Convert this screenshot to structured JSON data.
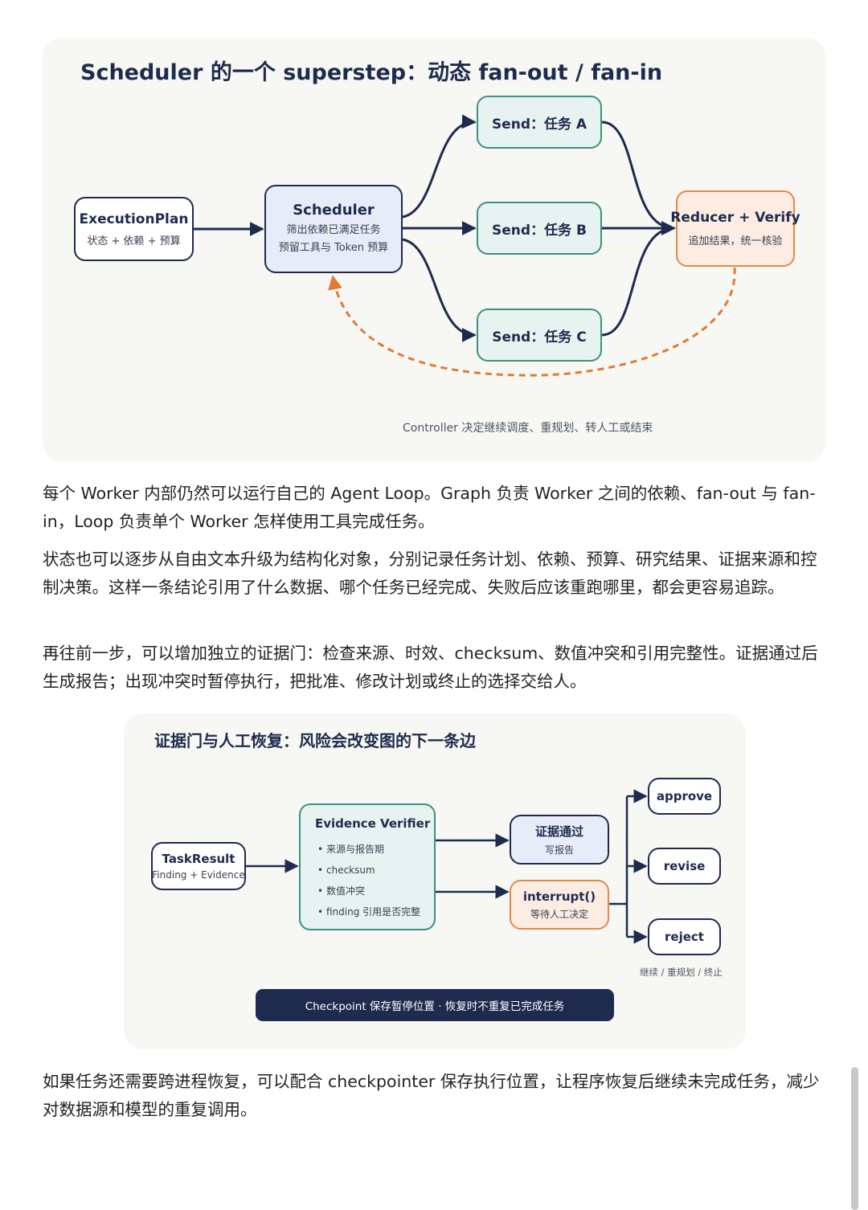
{
  "diagram1": {
    "title": "Scheduler 的一个 superstep：动态 fan-out / fan-in",
    "execution_plan": {
      "title": "ExecutionPlan",
      "subtitle": "状态 + 依赖 + 预算"
    },
    "scheduler": {
      "title": "Scheduler",
      "line1": "筛出依赖已满足任务",
      "line2": "预留工具与 Token 预算"
    },
    "sends": [
      "Send：任务 A",
      "Send：任务 B",
      "Send：任务 C"
    ],
    "reducer": {
      "title": "Reducer + Verify",
      "subtitle": "追加结果，统一核验"
    },
    "controller_caption": "Controller 决定继续调度、重规划、转人工或结束",
    "colors": {
      "navy": "#1e2b4f",
      "teal": "#3f8f84",
      "orange": "#e28a4a"
    }
  },
  "paragraphs": [
    "每个 Worker 内部仍然可以运行自己的 Agent Loop。Graph 负责 Worker 之间的依赖、fan-out 与 fan-in，Loop 负责单个 Worker 怎样使用工具完成任务。",
    "状态也可以逐步从自由文本升级为结构化对象，分别记录任务计划、依赖、预算、研究结果、证据来源和控制决策。这样一条结论引用了什么数据、哪个任务已经完成、失败后应该重跑哪里，都会更容易追踪。",
    "再往前一步，可以增加独立的证据门：检查来源、时效、checksum、数值冲突和引用完整性。证据通过后生成报告；出现冲突时暂停执行，把批准、修改计划或终止的选择交给人。"
  ],
  "diagram2": {
    "title": "证据门与人工恢复：风险会改变图的下一条边",
    "task_result": {
      "title": "TaskResult",
      "subtitle": "Finding + Evidence"
    },
    "verifier": {
      "title": "Evidence Verifier",
      "items": [
        "来源与报告期",
        "checksum",
        "数值冲突",
        "finding 引用是否完整"
      ]
    },
    "evidence_pass": {
      "title": "证据通过",
      "subtitle": "写报告"
    },
    "interrupt": {
      "title": "interrupt()",
      "subtitle": "等待人工决定"
    },
    "options": [
      "approve",
      "revise",
      "reject"
    ],
    "options_caption": "继续 / 重规划 / 终止",
    "checkpoint": "Checkpoint 保存暂停位置 · 恢复时不重复已完成任务"
  },
  "closing_paragraph": "如果任务还需要跨进程恢复，可以配合 checkpointer 保存执行位置，让程序恢复后继续未完成任务，减少对数据源和模型的重复调用。"
}
